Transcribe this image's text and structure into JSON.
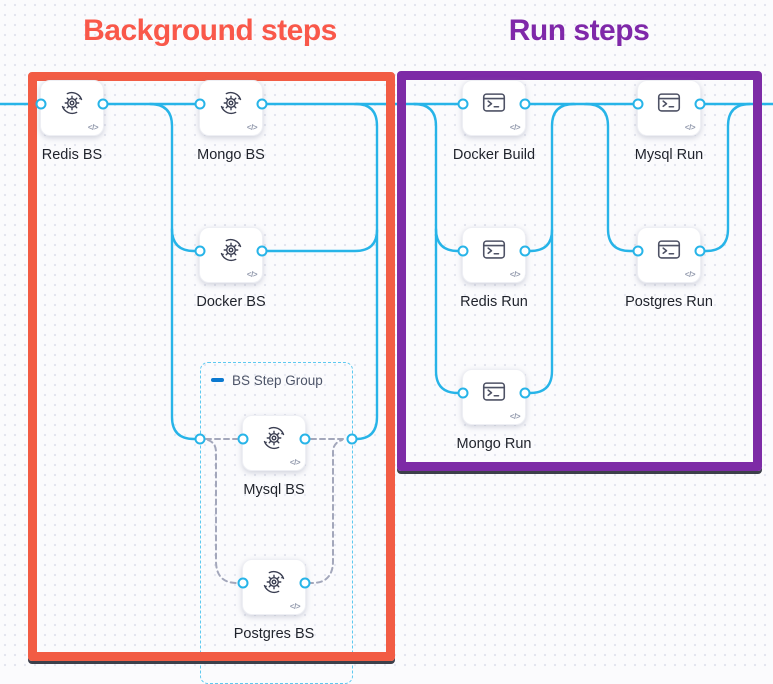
{
  "titles": {
    "background": "Background steps",
    "run": "Run steps"
  },
  "step_group": {
    "label": "BS Step Group"
  },
  "nodes": {
    "redis_bs": {
      "label": "Redis BS"
    },
    "mongo_bs": {
      "label": "Mongo BS"
    },
    "docker_bs": {
      "label": "Docker BS"
    },
    "mysql_bs": {
      "label": "Mysql BS"
    },
    "postgres_bs": {
      "label": "Postgres BS"
    },
    "docker_build": {
      "label": "Docker Build"
    },
    "mysql_run": {
      "label": "Mysql Run"
    },
    "redis_run": {
      "label": "Redis Run"
    },
    "postgres_run": {
      "label": "Postgres Run"
    },
    "mongo_run": {
      "label": "Mongo Run"
    }
  },
  "meta": {
    "code_glyph": "</>"
  },
  "colors": {
    "connector_line": "#27B4E8",
    "background_box_border": "#F25C44",
    "background_title": "#F9584A",
    "run_box_border": "#7D2BA6",
    "run_title": "#7F28A9",
    "dashed_connector": "#A3A7BB",
    "step_group_border": "#5CC9F0",
    "collapse_dash": "#0B79D0",
    "icon_stroke": "#3B3F52",
    "node_label_text": "#1F222B"
  }
}
